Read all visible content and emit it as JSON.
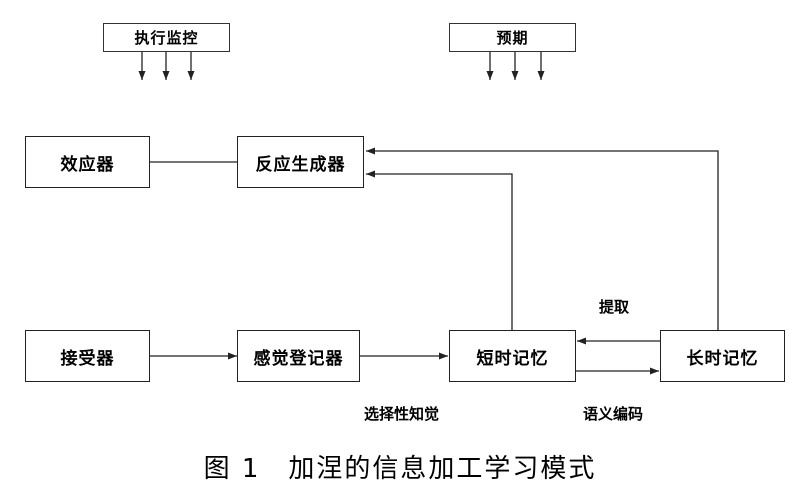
{
  "nodes": {
    "executive_control": "执行监控",
    "expectancy": "预期",
    "effector": "效应器",
    "response_generator": "反应生成器",
    "receptor": "接受器",
    "sensory_register": "感觉登记器",
    "short_term_memory": "短时记忆",
    "long_term_memory": "长时记忆"
  },
  "edge_labels": {
    "retrieval": "提取",
    "selective_perception": "选择性知觉",
    "semantic_encoding": "语义编码"
  },
  "caption": "图 1　加涅的信息加工学习模式"
}
